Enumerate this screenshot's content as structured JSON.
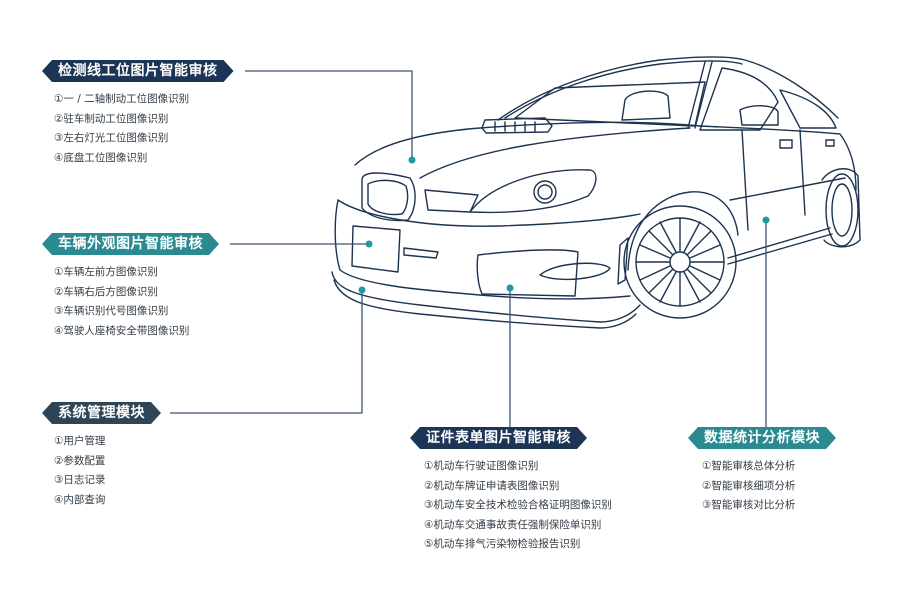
{
  "colors": {
    "navy": "#1c3556",
    "teal": "#2a8a92",
    "slate": "#2f4556",
    "line": "#3d5570",
    "dot": "#1f9aa0",
    "car_stroke": "#1d3350"
  },
  "modules": [
    {
      "title": "检测线工位图片智能审核",
      "style": "navy",
      "items": [
        "①一 / 二轴制动工位图像识别",
        "②驻车制动工位图像识别",
        "③左右灯光工位图像识别",
        "④底盘工位图像识别"
      ]
    },
    {
      "title": "车辆外观图片智能审核",
      "style": "teal",
      "items": [
        "①车辆左前方图像识别",
        "②车辆右后方图像识别",
        "③车辆识别代号图像识别",
        "④驾驶人座椅安全带图像识别"
      ]
    },
    {
      "title": "系统管理模块",
      "style": "slate",
      "items": [
        "①用户管理",
        "②参数配置",
        "③日志记录",
        "④内部查询"
      ]
    },
    {
      "title": "证件表单图片智能审核",
      "style": "navy",
      "items": [
        "①机动车行驶证图像识别",
        "②机动车牌证申请表图像识别",
        "③机动车安全技术检验合格证明图像识别",
        "④机动车交通事故责任强制保险单识别",
        "⑤机动车排气污染物检验报告识别"
      ]
    },
    {
      "title": "数据统计分析模块",
      "style": "teal",
      "items": [
        "①智能审核总体分析",
        "②智能审核细项分析",
        "③智能审核对比分析"
      ]
    }
  ]
}
